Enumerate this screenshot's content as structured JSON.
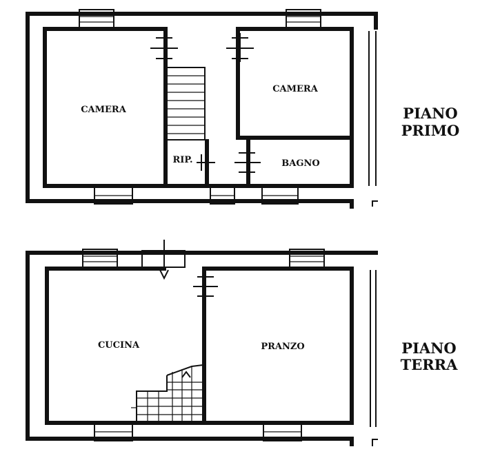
{
  "floor_primo": {
    "title_line1": "PIANO",
    "title_line2": "PRIMO",
    "rooms": {
      "camera_left": "CAMERA",
      "camera_right": "CAMERA",
      "ripostiglio": "RIP.",
      "bagno": "BAGNO"
    }
  },
  "floor_terra": {
    "title_line1": "PIANO",
    "title_line2": "TERRA",
    "rooms": {
      "cucina": "CUCINA",
      "pranzo": "PRANZO"
    }
  }
}
